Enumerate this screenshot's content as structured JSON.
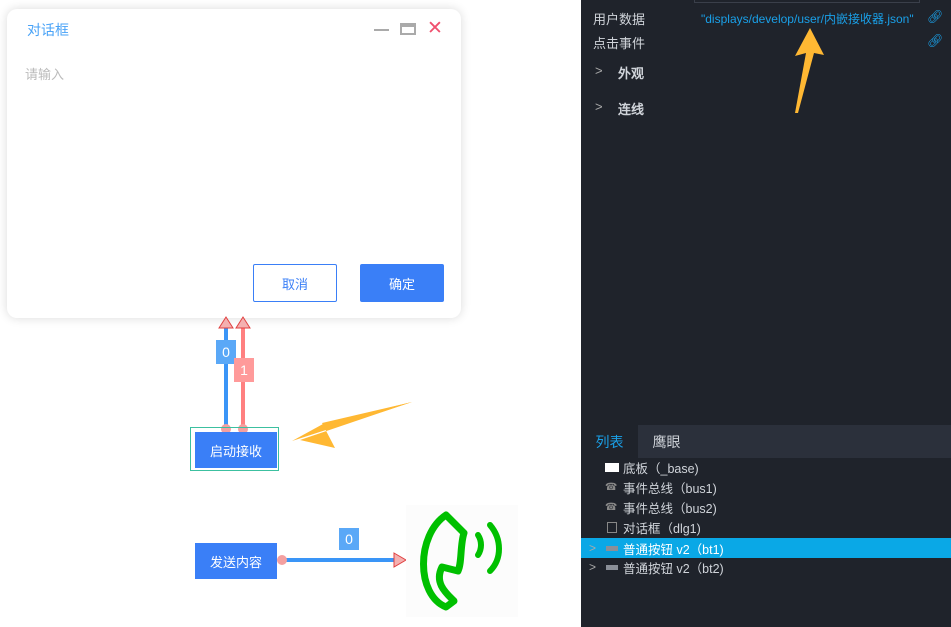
{
  "dialog": {
    "title": "对话框",
    "placeholder": "请输入",
    "cancel": "取消",
    "ok": "确定"
  },
  "canvas": {
    "start_receive": "启动接收",
    "send_content": "发送内容",
    "wire_labels": [
      "0",
      "1",
      "0"
    ]
  },
  "props": {
    "user_data_label": "用户数据",
    "user_data_value": "\"displays/develop/user/内嵌接收器.json\"",
    "click_event_label": "点击事件",
    "appearance": "外观",
    "wiring": "连线"
  },
  "tabs": [
    "列表",
    "鹰眼"
  ],
  "tree": [
    {
      "label": "底板（_base)"
    },
    {
      "label": "事件总线（bus1)"
    },
    {
      "label": "事件总线（bus2)"
    },
    {
      "label": "对话框（dlg1)"
    },
    {
      "label": "普通按钮 v2（bt1)",
      "selected": true
    },
    {
      "label": "普通按钮 v2（bt2)"
    }
  ],
  "colors": {
    "accent": "#3a7ff7",
    "selected": "#0aa8e6",
    "arrow": "#ffb833",
    "phone": "#00c000"
  }
}
